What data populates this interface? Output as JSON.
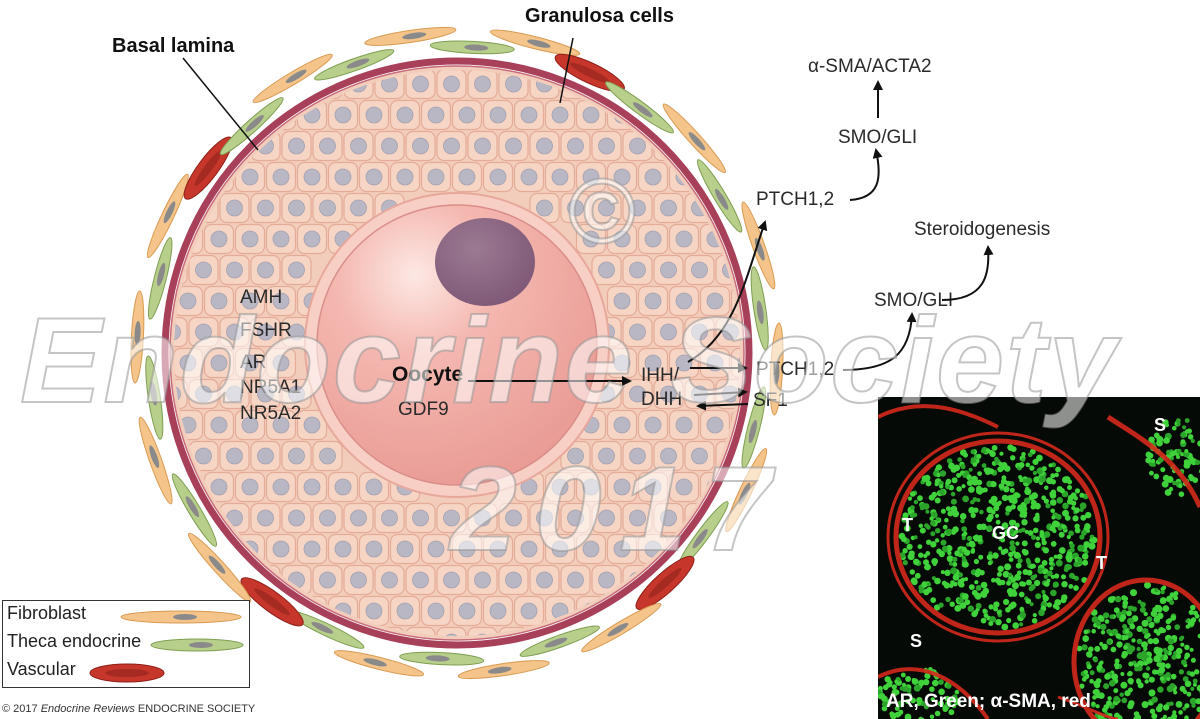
{
  "labels": {
    "granulosa": "Granulosa cells",
    "basal_lamina": "Basal lamina",
    "oocyte": "Oocyte",
    "gdf9": "GDF9",
    "ihh": "IHH/",
    "dhh": "DHH",
    "ptch_top": "PTCH1,2",
    "smo_top": "SMO/GLI",
    "acta2": "α-SMA/ACTA2",
    "ptch_mid": "PTCH1,2",
    "sf1": "SF1",
    "smo_mid": "SMO/GLI",
    "steroidogenesis": "Steroidogenesis"
  },
  "markers": [
    "AMH",
    "FSHR",
    "AR",
    "NR5A1",
    "NR5A2"
  ],
  "legend": [
    {
      "label": "Fibroblast",
      "color": "#f4c48a",
      "core": "#8a8a8a"
    },
    {
      "label": "Theca endocrine",
      "color": "#b7cf8a",
      "core": "#8a8a8a"
    },
    {
      "label": "Vascular",
      "color": "#c7362b",
      "core": "#a02020"
    }
  ],
  "copyright": {
    "prefix": "© 2017 ",
    "journal": "Endocrine Reviews",
    "suffix": " ENDOCRINE SOCIETY"
  },
  "micrograph": {
    "s_top": "S",
    "t_left": "T",
    "gc": "GC",
    "t_right": "T",
    "s_bottom": "S",
    "caption": "AR, Green; α-SMA, red"
  },
  "watermark": {
    "symbol": "©",
    "line1": "Endocrine Society",
    "line2": "2017"
  },
  "colors": {
    "fibroblast": "#f4c48a",
    "theca": "#b7cf8a",
    "vascular": "#c7362b",
    "basal_lamina": "#a8405a",
    "granulosa_cell": "#f7d5c4",
    "granulosa_nucleus": "#b9b7c4",
    "oocyte": "#f0b0a8",
    "zona": "#f7c8be",
    "nucleus": "#8f6a86"
  }
}
